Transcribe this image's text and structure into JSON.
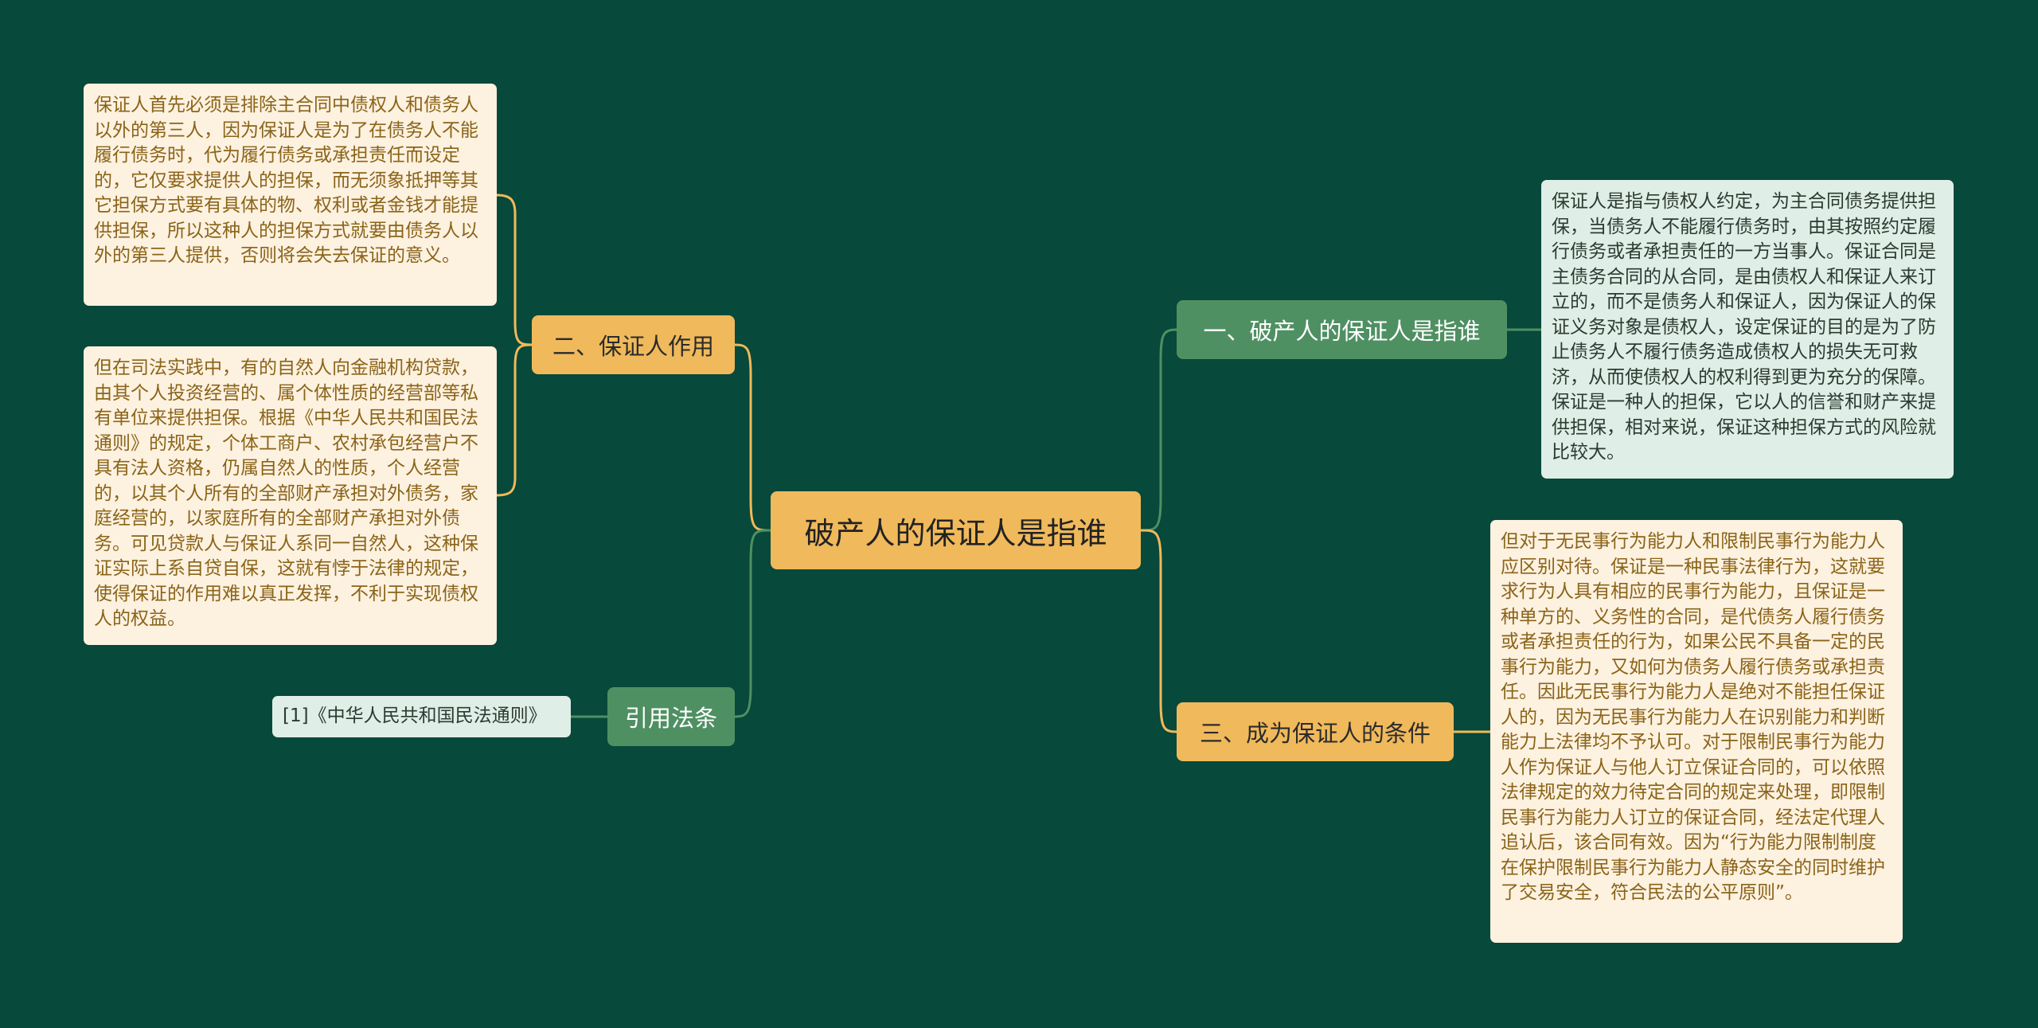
{
  "colors": {
    "background": "#07493a",
    "orange_node": "#f0b95b",
    "green_node": "#4f9063",
    "cream_leaf": "#fdf1e0",
    "mint_leaf": "#dfeee6",
    "orange_line": "#f0b95b",
    "green_line": "#4f9063"
  },
  "root": {
    "label": "破产人的保证人是指谁"
  },
  "branches": [
    {
      "label": "一、破产人的保证人是指谁",
      "color": "green",
      "leaves": [
        "保证人是指与债权人约定，为主合同债务提供担保，当债务人不能履行债务时，由其按照约定履行债务或者承担责任的一方当事人。保证合同是主债务合同的从合同，是由债权人和保证人来订立的，而不是债务人和保证人，因为保证人的保证义务对象是债权人，设定保证的目的是为了防止债务人不履行债务造成债权人的损失无可救济，从而使债权人的权利得到更为充分的保障。保证是一种人的担保，它以人的信誉和财产来提供担保，相对来说，保证这种担保方式的风险就比较大。"
      ]
    },
    {
      "label": "二、保证人作用",
      "color": "orange",
      "leaves": [
        "保证人首先必须是排除主合同中债权人和债务人以外的第三人，因为保证人是为了在债务人不能履行债务时，代为履行债务或承担责任而设定的，它仅要求提供人的担保，而无须象抵押等其它担保方式要有具体的物、权利或者金钱才能提供担保，所以这种人的担保方式就要由债务人以外的第三人提供，否则将会失去保证的意义。",
        "但在司法实践中，有的自然人向金融机构贷款，由其个人投资经营的、属个体性质的经营部等私有单位来提供担保。根据《中华人民共和国民法通则》的规定，个体工商户、农村承包经营户不具有法人资格，仍属自然人的性质，个人经营的，以其个人所有的全部财产承担对外债务，家庭经营的，以家庭所有的全部财产承担对外债务。可见贷款人与保证人系同一自然人，这种保证实际上系自贷自保，这就有悖于法律的规定，使得保证的作用难以真正发挥，不利于实现债权人的权益。"
      ]
    },
    {
      "label": "三、成为保证人的条件",
      "color": "orange",
      "leaves": [
        "但对于无民事行为能力人和限制民事行为能力人应区别对待。保证是一种民事法律行为，这就要求行为人具有相应的民事行为能力，且保证是一种单方的、义务性的合同，是代债务人履行债务或者承担责任的行为，如果公民不具备一定的民事行为能力，又如何为债务人履行债务或承担责任。因此无民事行为能力人是绝对不能担任保证人的，因为无民事行为能力人在识别能力和判断能力上法律均不予认可。对于限制民事行为能力人作为保证人与他人订立保证合同的，可以依照法律规定的效力待定合同的规定来处理，即限制民事行为能力人订立的保证合同，经法定代理人追认后，该合同有效。因为“行为能力限制制度在保护限制民事行为能力人静态安全的同时维护了交易安全，符合民法的公平原则”。"
      ]
    },
    {
      "label": "引用法条",
      "color": "green",
      "leaves": [
        "[1]《中华人民共和国民法通则》"
      ]
    }
  ]
}
